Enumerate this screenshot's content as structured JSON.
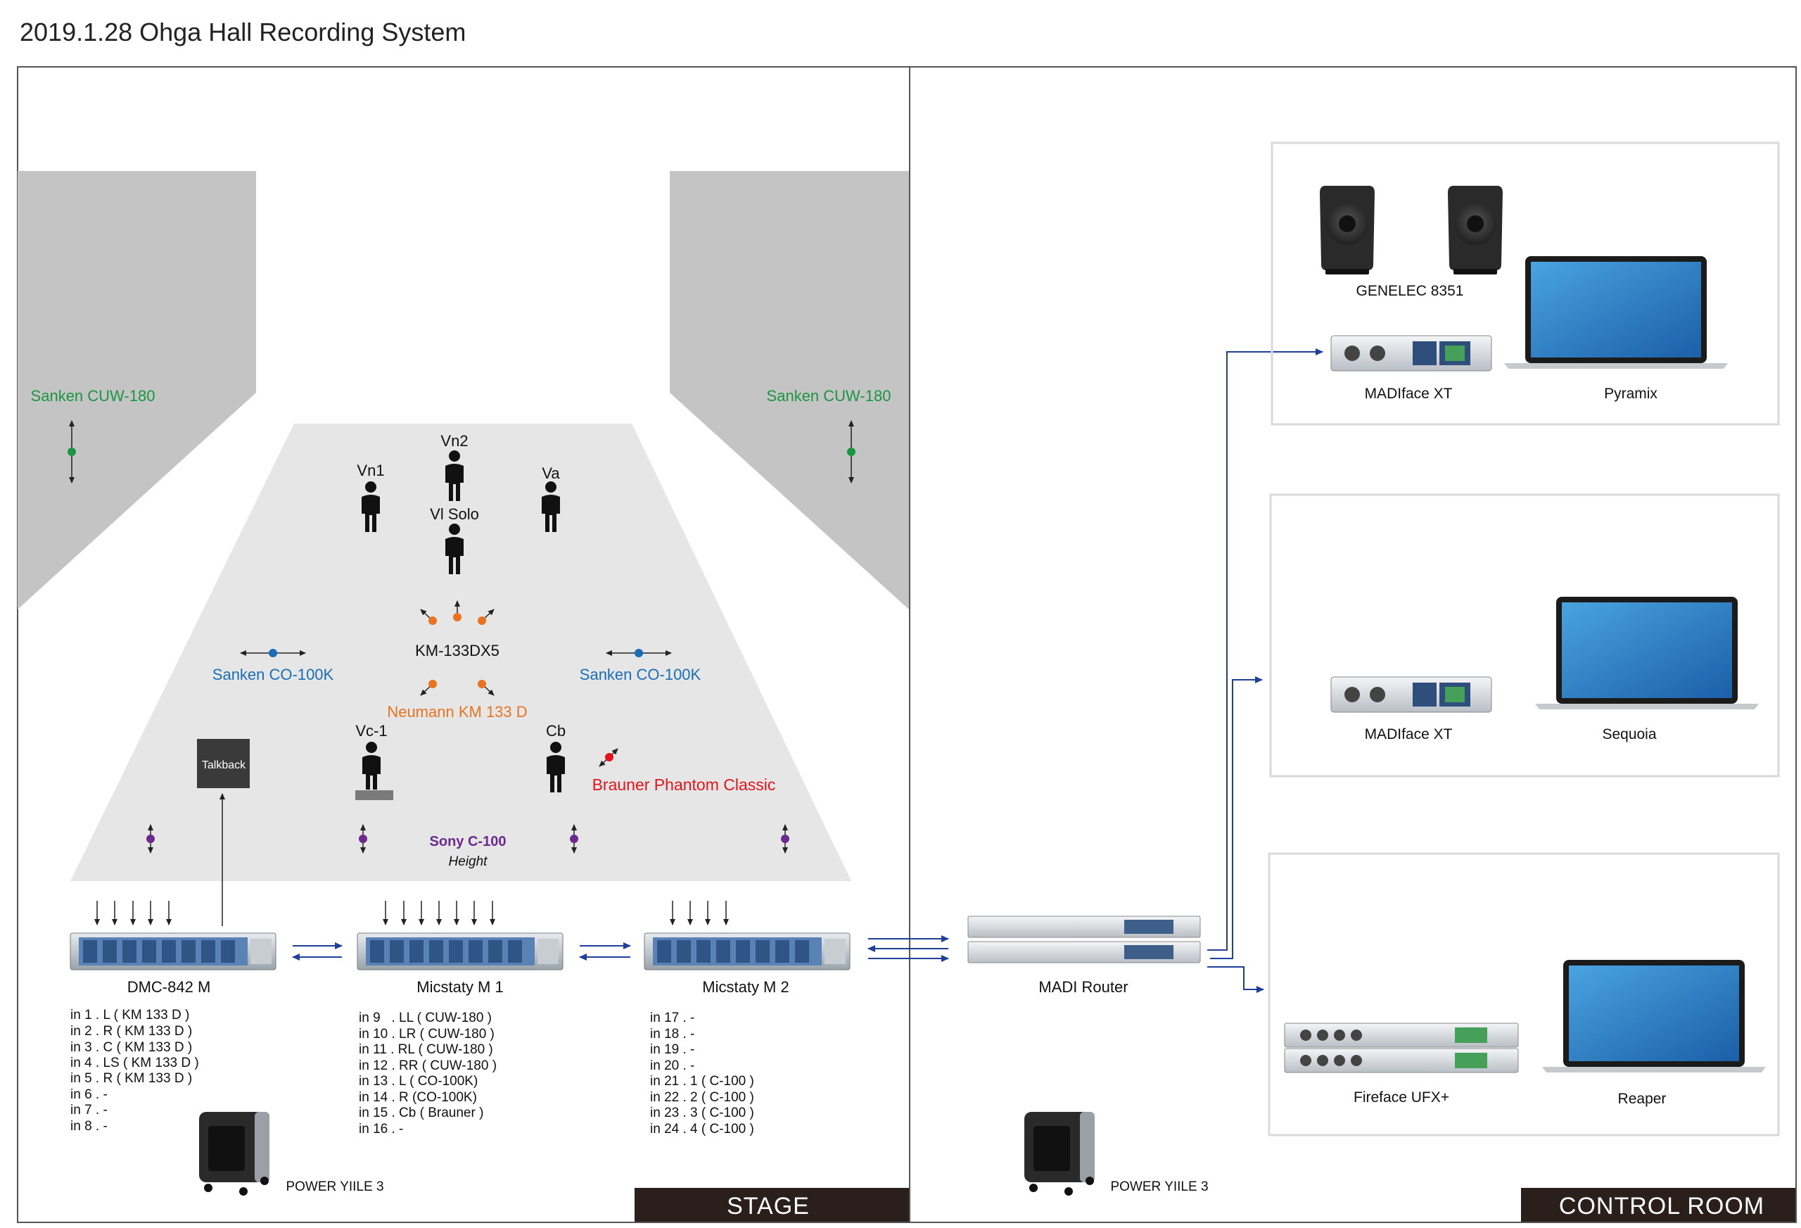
{
  "title": "2019.1.28 Ohga Hall Recording System",
  "areas": {
    "stage": "STAGE",
    "control_room": "CONTROL ROOM"
  },
  "musicians": [
    "Vn2",
    "Vn1",
    "Va",
    "Vl Solo",
    "Vc-1",
    "Cb"
  ],
  "mics": {
    "sanken_cuw_left": "Sanken CUW-180",
    "sanken_cuw_right": "Sanken CUW-180",
    "km_array": "KM-133DX5",
    "sanken_co_left": "Sanken CO-100K",
    "sanken_co_right": "Sanken CO-100K",
    "neumann": "Neumann KM 133 D",
    "brauner": "Brauner Phantom Classic",
    "sony": "Sony C-100",
    "sony_sub": "Height"
  },
  "talkback": "Talkback",
  "devices": {
    "dmc": "DMC-842 M",
    "micstaty1": "Micstaty M 1",
    "micstaty2": "Micstaty M 2",
    "madi_router": "MADI Router",
    "power_left": "POWER YIILE 3",
    "power_right": "POWER YIILE 3"
  },
  "channels": {
    "dmc": [
      "in 1 . L ( KM 133 D )",
      "in 2 . R ( KM 133 D )",
      "in 3 . C ( KM 133 D )",
      "in 4 . LS ( KM 133 D )",
      "in 5 . R ( KM 133 D )",
      "in 6 . -",
      "in 7 . -",
      "in 8 . -"
    ],
    "m1": [
      "in 9   . LL ( CUW-180 )",
      "in 10 . LR ( CUW-180 )",
      "in 11 . RL ( CUW-180 )",
      "in 12 . RR ( CUW-180 )",
      "in 13 . L ( CO-100K)",
      "in 14 . R (CO-100K)",
      "in 15 . Cb ( Brauner )",
      "in 16 . -"
    ],
    "m2": [
      "in 17 . -",
      "in 18 . -",
      "in 19 . -",
      "in 20 . -",
      "in 21 . 1 ( C-100 )",
      "in 22 . 2 ( C-100 )",
      "in 23 . 3 ( C-100 )",
      "in 24 . 4 ( C-100 )"
    ]
  },
  "control": {
    "genelec": "GENELEC 8351",
    "madiface1": "MADIface XT",
    "pyramix": "Pyramix",
    "madiface2": "MADIface XT",
    "sequoia": "Sequoia",
    "fireface": "Fireface UFX+",
    "reaper": "Reaper"
  },
  "colors": {
    "green": "#1a9640",
    "blue": "#1a6eb5",
    "orange": "#e9731e",
    "red": "#e5141b",
    "purple": "#6b2a8c",
    "stage_gray": "#e6e6e6",
    "wall_gray": "#c4c4c4",
    "label_bar": "#2b1f1c",
    "arrow_blue": "#1f3f9a"
  }
}
